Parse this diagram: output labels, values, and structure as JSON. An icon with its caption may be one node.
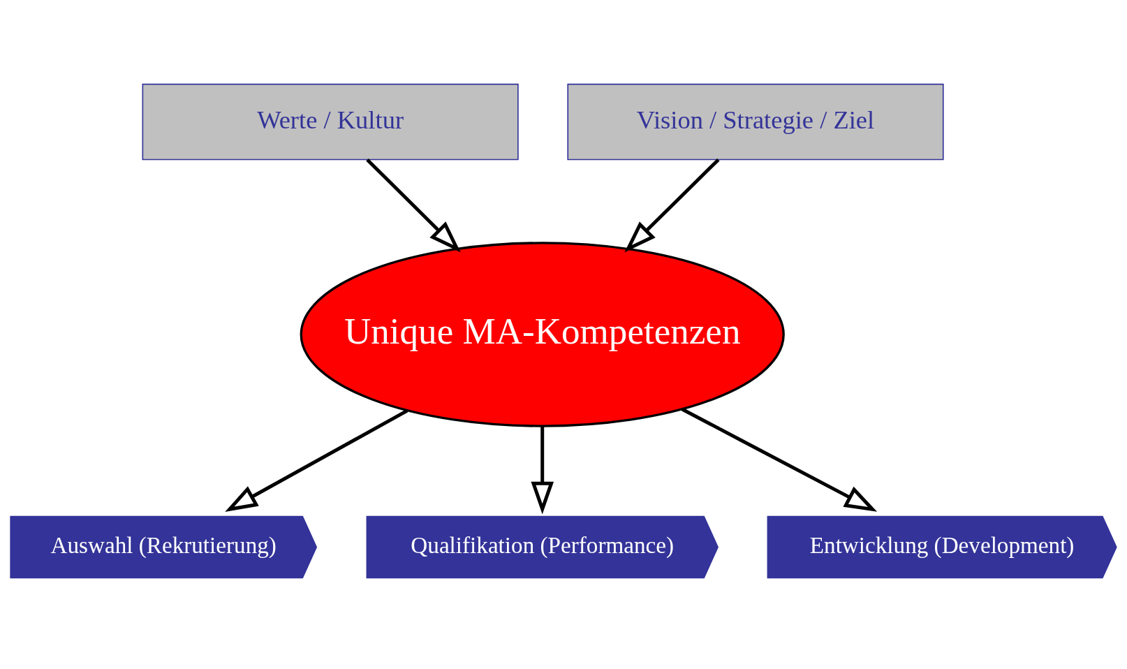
{
  "diagram": {
    "nodes": [
      {
        "text": [
          "Werte / Kultur"
        ]
      },
      {
        "text": [
          "Vision / Strategie / Ziel"
        ]
      },
      {
        "text": [
          "Unique MA-Kompetenzen"
        ]
      },
      {
        "text": [
          "Auswahl (Rekrutierung)"
        ]
      },
      {
        "text": [
          "Qualifikation (Performance)"
        ]
      },
      {
        "text": [
          "Entwicklung (Development)"
        ]
      }
    ],
    "edges": [
      {
        "from": 0,
        "to": 2,
        "arrow": "to"
      },
      {
        "from": 1,
        "to": 2,
        "arrow": "to"
      },
      {
        "from": 2,
        "to": 3,
        "arrow": "to"
      },
      {
        "from": 2,
        "to": 4,
        "arrow": "to"
      },
      {
        "from": 2,
        "to": 5,
        "arrow": "to"
      }
    ]
  }
}
